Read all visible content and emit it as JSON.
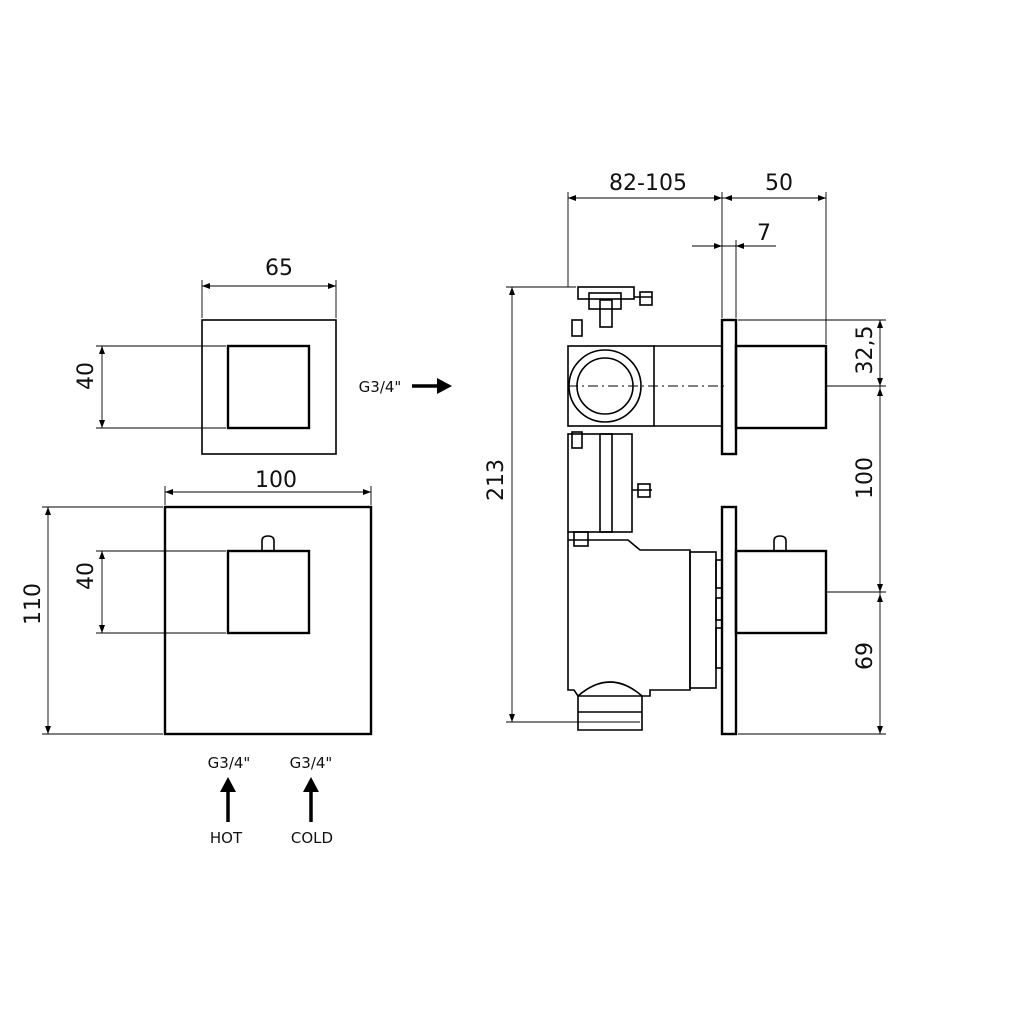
{
  "dimensions": {
    "handle_width": "65",
    "handle_height_top": "40",
    "plate_width": "100",
    "plate_height": "110",
    "handle_height_bottom": "40",
    "wall_depth": "82-105",
    "handle_projection": "50",
    "plate_thickness": "7",
    "total_height": "213",
    "top_offset": "32,5",
    "handle_spacing": "100",
    "bottom_offset": "69"
  },
  "connections": {
    "outlet_thread": "G3/4\"",
    "hot_thread": "G3/4\"",
    "cold_thread": "G3/4\"",
    "hot_label": "HOT",
    "cold_label": "COLD"
  }
}
